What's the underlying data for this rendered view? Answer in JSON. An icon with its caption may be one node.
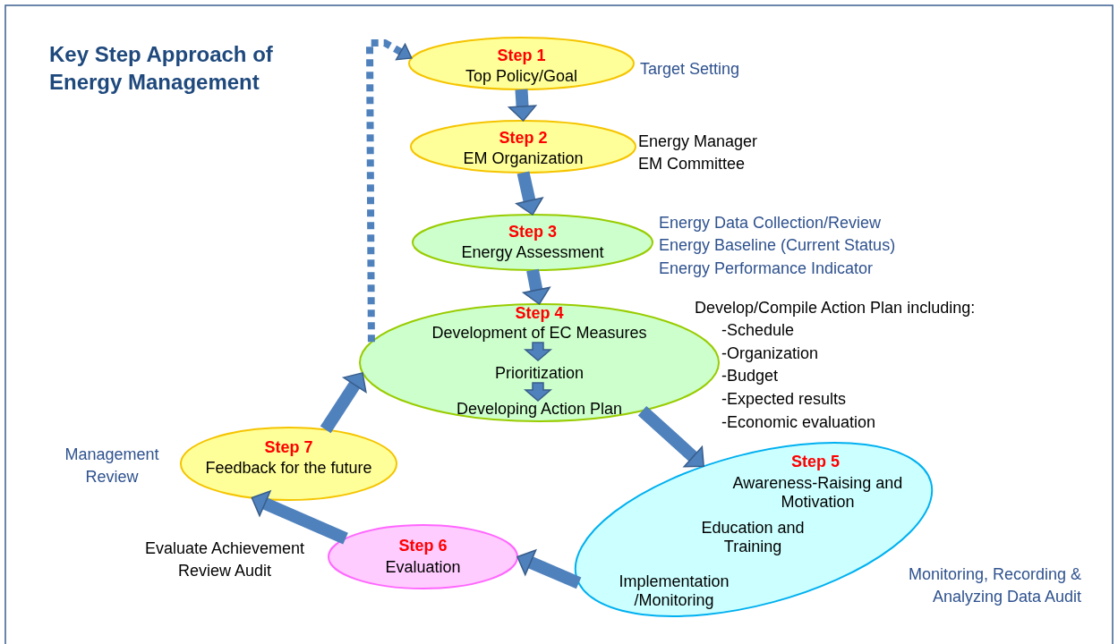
{
  "diagram": {
    "title": "Key Step Approach of Energy Management",
    "nodes": [
      {
        "text": [
          "Step 1",
          "Top Policy/Goal"
        ],
        "beside": [
          "Target Setting"
        ]
      },
      {
        "text": [
          "Step 2",
          "EM Organization"
        ],
        "beside": [
          "Energy Manager",
          "EM Committee"
        ]
      },
      {
        "text": [
          "Step 3",
          "Energy Assessment"
        ],
        "beside": [
          "Energy Data Collection/Review",
          "Energy Baseline (Current Status)",
          "Energy Performance Indicator"
        ]
      },
      {
        "text": [
          "Step 4",
          "Development of EC Measures",
          "Prioritization",
          "Developing Action Plan"
        ],
        "beside": [
          "Develop/Compile Action Plan including:",
          "-Schedule",
          "-Organization",
          "-Budget",
          "-Expected results",
          "-Economic evaluation"
        ]
      },
      {
        "text": [
          "Step 5",
          "Awareness-Raising and Motivation",
          "Education and Training",
          "Implementation /Monitoring"
        ],
        "beside": [
          "Monitoring, Recording & Analyzing Data Audit"
        ]
      },
      {
        "text": [
          "Step 6",
          "Evaluation"
        ],
        "beside": [
          "Evaluate Achievement",
          "Review Audit"
        ]
      },
      {
        "text": [
          "Step 7",
          "Feedback for the future"
        ],
        "beside": [
          "Management Review"
        ]
      }
    ],
    "edges": [
      {
        "from": 0,
        "to": 1,
        "arrow": "to"
      },
      {
        "from": 1,
        "to": 2,
        "arrow": "to"
      },
      {
        "from": 2,
        "to": 3,
        "arrow": "to"
      },
      {
        "from": 3,
        "to": 4,
        "arrow": "to"
      },
      {
        "from": 4,
        "to": 5,
        "arrow": "to"
      },
      {
        "from": 5,
        "to": 6,
        "arrow": "to"
      },
      {
        "from": 6,
        "to": 3,
        "arrow": "to"
      },
      {
        "from": 3,
        "to": 0,
        "arrow": "to",
        "style": "dashed"
      }
    ]
  }
}
